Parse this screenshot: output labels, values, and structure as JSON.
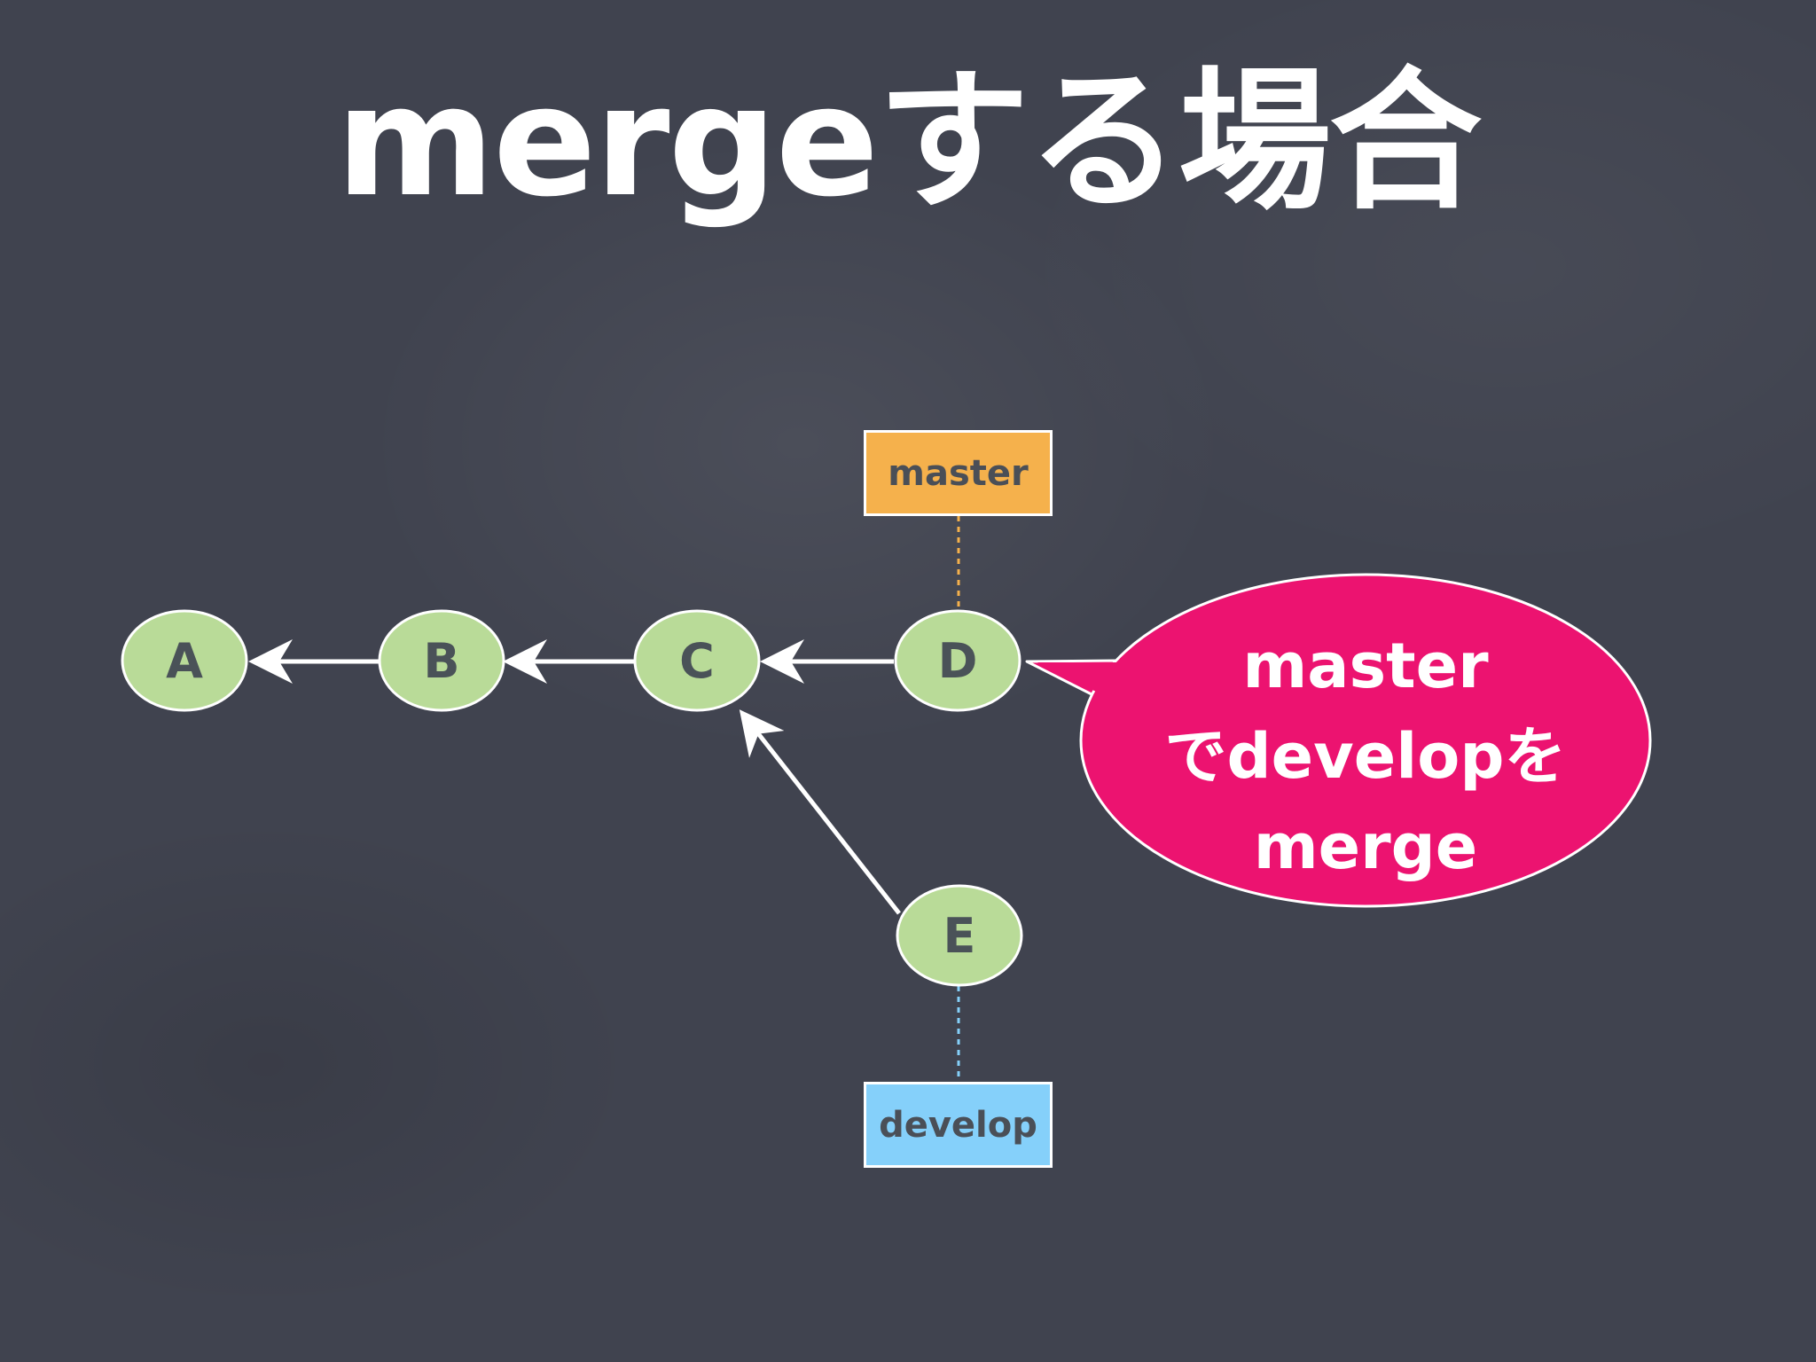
{
  "title": "mergeする場合",
  "nodes": {
    "a": "A",
    "b": "B",
    "c": "C",
    "d": "D",
    "e": "E"
  },
  "branches": {
    "master": "master",
    "develop": "develop"
  },
  "callout": {
    "line1": "master",
    "line2": "でdevelopを",
    "line3": "merge"
  },
  "colors": {
    "background": "#40434f",
    "node_fill": "#b9db98",
    "master_label": "#f5b14c",
    "develop_label": "#85d0fa",
    "callout_fill": "#ec1370"
  }
}
